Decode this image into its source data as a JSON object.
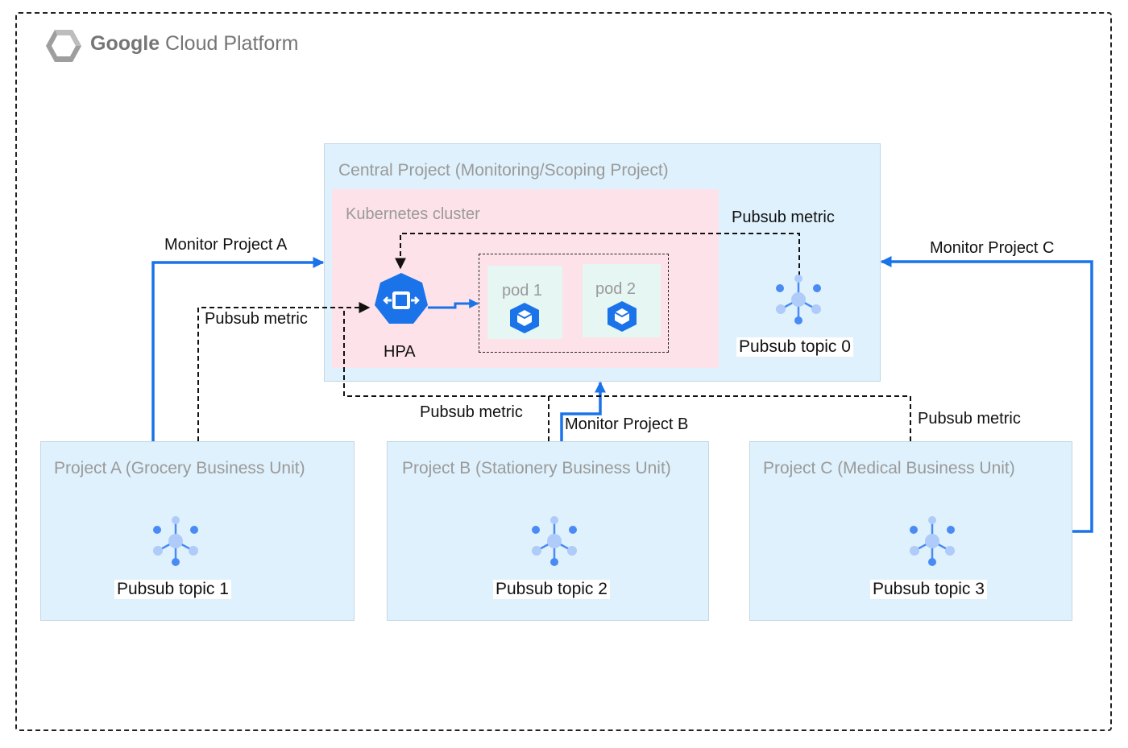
{
  "platform": {
    "title_bold": "Google",
    "title_rest": " Cloud Platform",
    "logo_icon": "gcp-hexagon-icon"
  },
  "central_project": {
    "label": "Central Project (Monitoring/Scoping Project)",
    "cluster_label": "Kubernetes cluster",
    "hpa_label": "HPA",
    "pods": [
      {
        "label": "pod 1"
      },
      {
        "label": "pod 2"
      }
    ],
    "topic_label": "Pubsub topic 0"
  },
  "projects": [
    {
      "label": "Project A (Grocery Business Unit)",
      "topic": "Pubsub topic 1"
    },
    {
      "label": "Project B (Stationery Business Unit)",
      "topic": "Pubsub topic 2"
    },
    {
      "label": "Project C (Medical Business Unit)",
      "topic": "Pubsub topic 3"
    }
  ],
  "edges": {
    "monitor_a": "Monitor Project A",
    "monitor_b": "Monitor Project B",
    "monitor_c": "Monitor Project C",
    "metric_topic0": "Pubsub metric",
    "metric_a": "Pubsub metric",
    "metric_b": "Pubsub metric",
    "metric_c": "Pubsub metric"
  },
  "colors": {
    "monitor_arrow": "#1a73e8",
    "project_fill": "#dff1fc",
    "cluster_fill": "#fde2ea",
    "pod_fill": "#e5f6f3",
    "pubsub_icon": "#4a8af4",
    "kubernetes_icon": "#1a73e8"
  }
}
